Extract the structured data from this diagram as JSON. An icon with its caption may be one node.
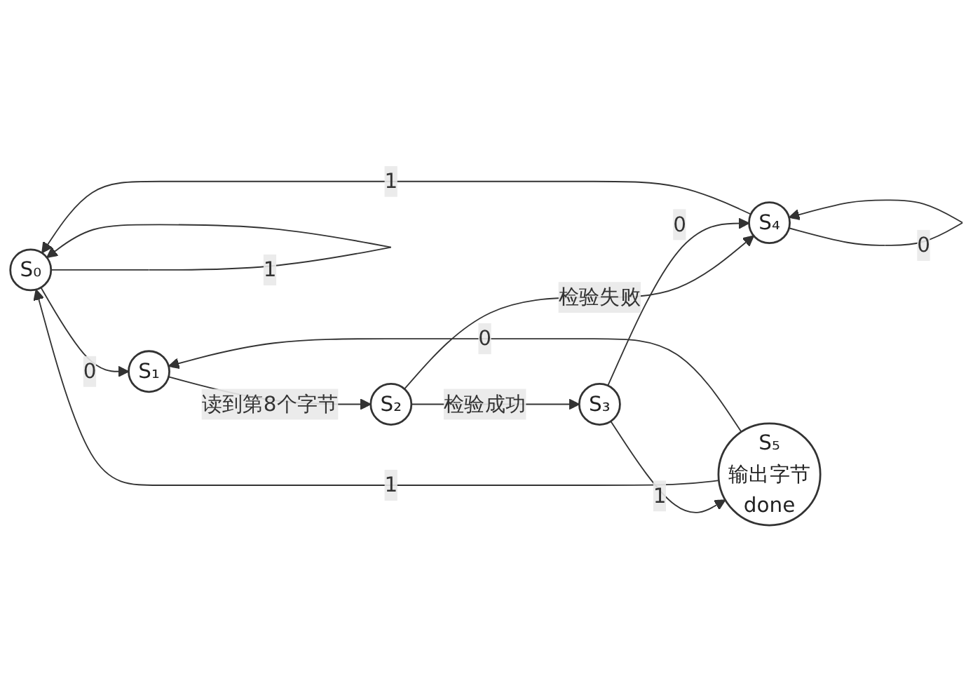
{
  "diagram": {
    "nodes": [
      {
        "text": [
          "S₀"
        ]
      },
      {
        "text": [
          "S₁"
        ]
      },
      {
        "text": [
          "S₂"
        ]
      },
      {
        "text": [
          "S₃"
        ]
      },
      {
        "text": [
          "S₄"
        ]
      },
      {
        "text": [
          "S₅",
          "输出字节",
          "done"
        ]
      }
    ],
    "edges": [
      {
        "from": 0,
        "to": 0,
        "arrow": "to",
        "label": "1"
      },
      {
        "from": 0,
        "to": 1,
        "arrow": "to",
        "label": "0"
      },
      {
        "from": 1,
        "to": 2,
        "arrow": "to",
        "label": "读到第8个字节"
      },
      {
        "from": 2,
        "to": 3,
        "arrow": "to",
        "label": "检验成功"
      },
      {
        "from": 2,
        "to": 4,
        "arrow": "to",
        "label": "检验失败"
      },
      {
        "from": 3,
        "to": 5,
        "arrow": "to",
        "label": "1"
      },
      {
        "from": 3,
        "to": 4,
        "arrow": "to",
        "label": "0"
      },
      {
        "from": 5,
        "to": 0,
        "arrow": "to",
        "label": "1"
      },
      {
        "from": 5,
        "to": 1,
        "arrow": "to",
        "label": "0"
      },
      {
        "from": 4,
        "to": 4,
        "arrow": "to",
        "label": "0"
      },
      {
        "from": 4,
        "to": 0,
        "arrow": "to",
        "label": "1"
      }
    ]
  }
}
